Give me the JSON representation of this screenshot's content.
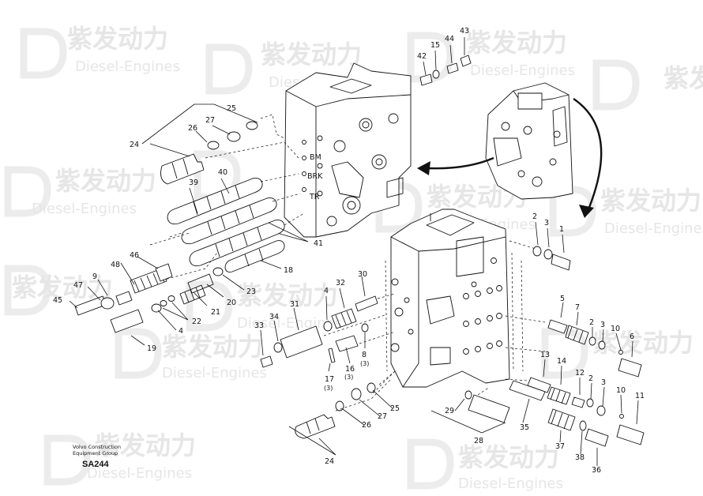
{
  "watermark": {
    "brand": "紫发动力",
    "subtitle": "Diesel-Engines"
  },
  "caption": {
    "line1": "Volvo Construction",
    "line2": "Equipment Group",
    "code": "SA244"
  },
  "body_labels": [
    "BM",
    "BRK",
    "TR"
  ],
  "callouts": [
    {
      "id": "c43",
      "text": "43"
    },
    {
      "id": "c44",
      "text": "44"
    },
    {
      "id": "c15",
      "text": "15"
    },
    {
      "id": "c42",
      "text": "42"
    },
    {
      "id": "c25a",
      "text": "25"
    },
    {
      "id": "c27a",
      "text": "27"
    },
    {
      "id": "c26a",
      "text": "26"
    },
    {
      "id": "c24a",
      "text": "24"
    },
    {
      "id": "c40",
      "text": "40"
    },
    {
      "id": "c39",
      "text": "39"
    },
    {
      "id": "c41",
      "text": "41"
    },
    {
      "id": "c18",
      "text": "18"
    },
    {
      "id": "c48",
      "text": "48"
    },
    {
      "id": "c46",
      "text": "46"
    },
    {
      "id": "c9",
      "text": "9"
    },
    {
      "id": "c47",
      "text": "47"
    },
    {
      "id": "c45",
      "text": "45"
    },
    {
      "id": "c19",
      "text": "19"
    },
    {
      "id": "c4a",
      "text": "4"
    },
    {
      "id": "c22",
      "text": "22"
    },
    {
      "id": "c21",
      "text": "21"
    },
    {
      "id": "c20",
      "text": "20"
    },
    {
      "id": "c23",
      "text": "23"
    },
    {
      "id": "c2a",
      "text": "2"
    },
    {
      "id": "c3a",
      "text": "3"
    },
    {
      "id": "c1",
      "text": "1"
    },
    {
      "id": "c30",
      "text": "30"
    },
    {
      "id": "c32",
      "text": "32"
    },
    {
      "id": "c31",
      "text": "31"
    },
    {
      "id": "c4b",
      "text": "4"
    },
    {
      "id": "c34",
      "text": "34"
    },
    {
      "id": "c33",
      "text": "33"
    },
    {
      "id": "c8",
      "text": "8"
    },
    {
      "id": "c8q",
      "text": "(3)"
    },
    {
      "id": "c16",
      "text": "16"
    },
    {
      "id": "c16q",
      "text": "(3)"
    },
    {
      "id": "c17",
      "text": "17"
    },
    {
      "id": "c17q",
      "text": "(3)"
    },
    {
      "id": "c5",
      "text": "5"
    },
    {
      "id": "c7",
      "text": "7"
    },
    {
      "id": "c2b",
      "text": "2"
    },
    {
      "id": "c3b",
      "text": "3"
    },
    {
      "id": "c10a",
      "text": "10"
    },
    {
      "id": "c6",
      "text": "6"
    },
    {
      "id": "c13",
      "text": "13"
    },
    {
      "id": "c14",
      "text": "14"
    },
    {
      "id": "c12",
      "text": "12"
    },
    {
      "id": "c2c",
      "text": "2"
    },
    {
      "id": "c3c",
      "text": "3"
    },
    {
      "id": "c10b",
      "text": "10"
    },
    {
      "id": "c11",
      "text": "11"
    },
    {
      "id": "c29",
      "text": "29"
    },
    {
      "id": "c25b",
      "text": "25"
    },
    {
      "id": "c27b",
      "text": "27"
    },
    {
      "id": "c26b",
      "text": "26"
    },
    {
      "id": "c35",
      "text": "35"
    },
    {
      "id": "c28",
      "text": "28"
    },
    {
      "id": "c24b",
      "text": "24"
    },
    {
      "id": "c37",
      "text": "37"
    },
    {
      "id": "c38",
      "text": "38"
    },
    {
      "id": "c36",
      "text": "36"
    }
  ]
}
